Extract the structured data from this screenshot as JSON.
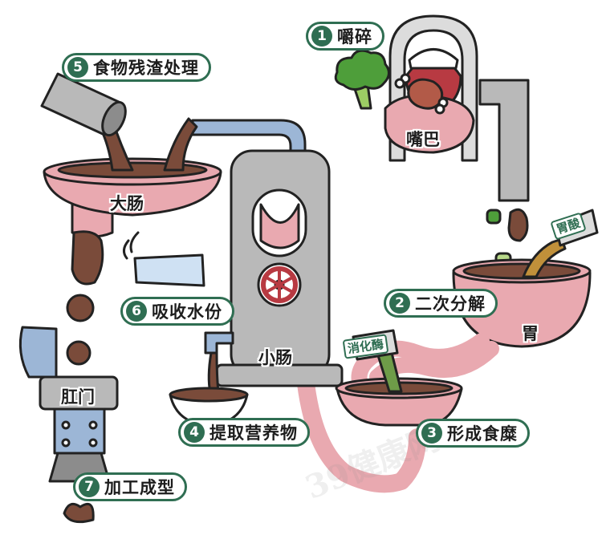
{
  "steps": [
    {
      "number": "1",
      "label": "嚼碎"
    },
    {
      "number": "2",
      "label": "二次分解"
    },
    {
      "number": "3",
      "label": "形成食糜"
    },
    {
      "number": "4",
      "label": "提取营养物"
    },
    {
      "number": "5",
      "label": "食物残渣处理"
    },
    {
      "number": "6",
      "label": "吸收水份"
    },
    {
      "number": "7",
      "label": "加工成型"
    }
  ],
  "organs": {
    "mouth": "嘴巴",
    "stomach": "胃",
    "small_intestine": "小肠",
    "large_intestine": "大肠",
    "anus": "肛门"
  },
  "tags": {
    "gastric_acid": "胃酸",
    "digestive_enzyme": "消化酶"
  },
  "watermark": "39健康网",
  "colors": {
    "accent_green": "#2f6e52",
    "organ_pink": "#e9a9b0",
    "food_brown": "#7a4b3a",
    "machine_grey": "#b9b9b9",
    "pipe_blue": "#9cb6d6"
  }
}
